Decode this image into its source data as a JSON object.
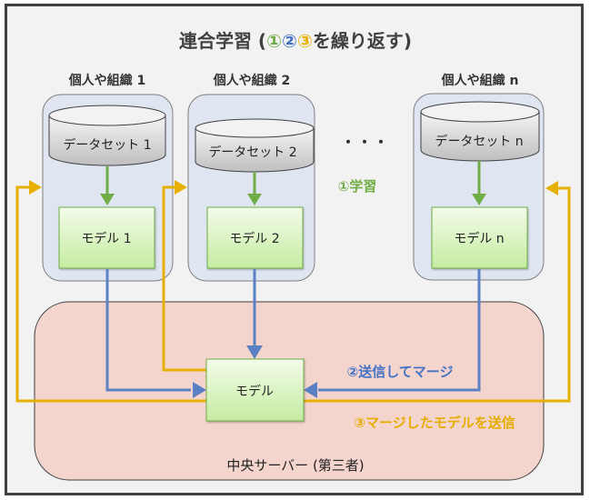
{
  "title": {
    "prefix": "連合学習 (",
    "step1": "①",
    "step2": "②",
    "step3": "③",
    "suffix": "を繰り返す)"
  },
  "organizations": [
    {
      "label": "個人や組織 1",
      "dataset": "データセット 1",
      "model": "モデル 1"
    },
    {
      "label": "個人や組織 2",
      "dataset": "データセット 2",
      "model": "モデル 2"
    },
    {
      "label": "個人や組織 n",
      "dataset": "データセット n",
      "model": "モデル n"
    }
  ],
  "ellipsis": "・・・",
  "steps": {
    "learn": "①学習",
    "send_merge": "②送信してマージ",
    "send_merged": "③マージしたモデルを送信"
  },
  "server": {
    "label": "中央サーバー (第三者)",
    "model": "モデル"
  },
  "colors": {
    "frame_bg": "#f2f2f2",
    "frame_border": "#404040",
    "org_bg": "#dfe6f2",
    "model_fill_top": "#f3fbea",
    "model_fill_bottom": "#c7eea4",
    "model_border": "#70ad47",
    "server_bg": "#f4d5ce",
    "learn_arrow": "#70ad47",
    "send_arrow": "#5b80c4",
    "return_arrow": "#e6b000"
  }
}
